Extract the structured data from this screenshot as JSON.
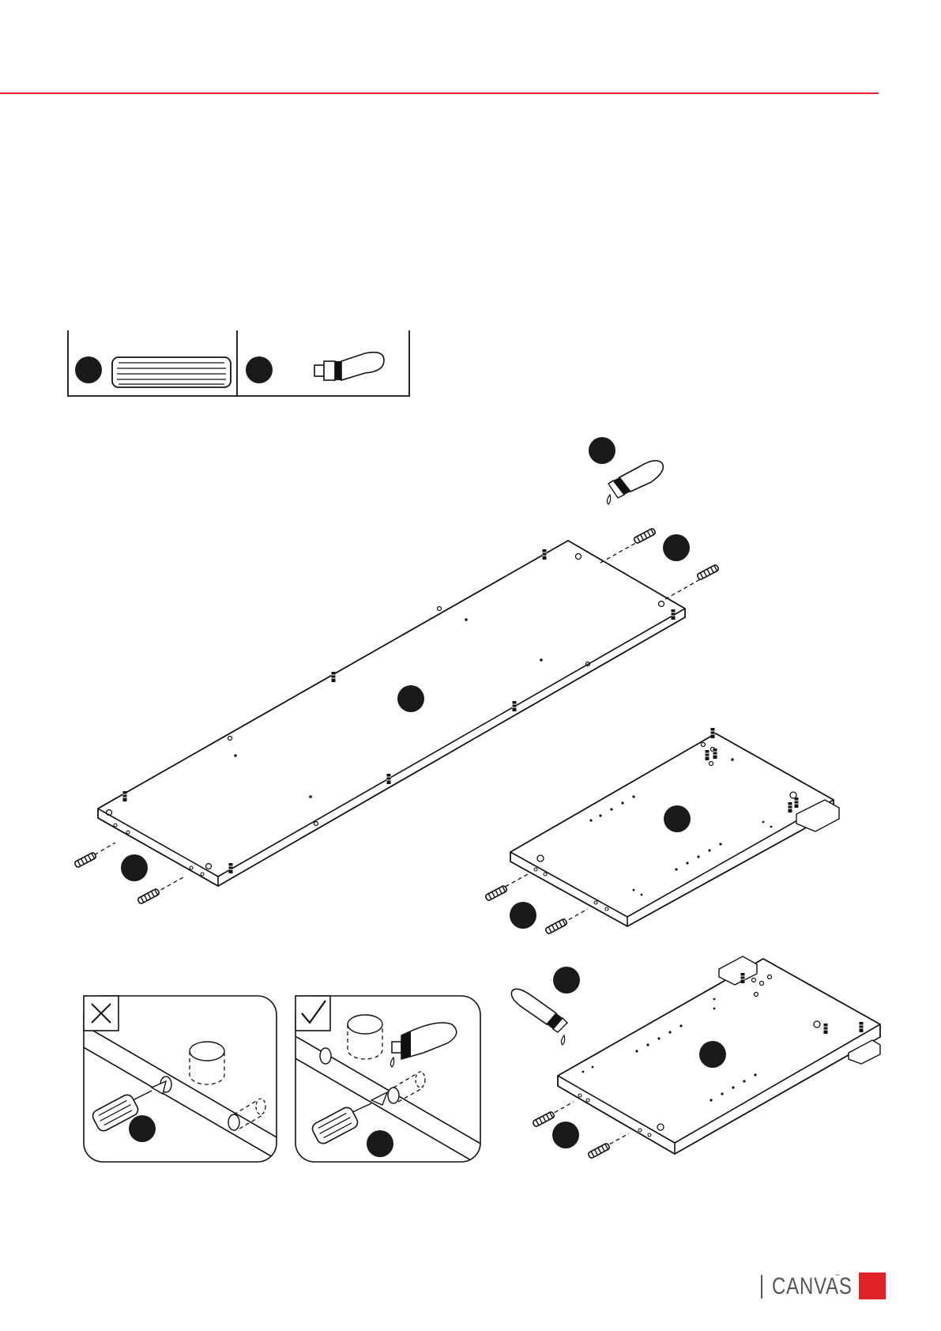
{
  "page": {
    "accent_color": "#e2232a",
    "line_color": "#111111"
  },
  "brand": {
    "name": "CANVAS",
    "trademark": "™"
  },
  "parts_box": {
    "items": [
      {
        "icon": "wooden-dowel-icon"
      },
      {
        "icon": "glue-bottle-icon"
      }
    ]
  },
  "callouts": {
    "style": "filled black circle, unnumbered"
  },
  "insets": [
    {
      "status_icon": "cross-icon",
      "meaning": "incorrect"
    },
    {
      "status_icon": "check-icon",
      "meaning": "correct"
    }
  ]
}
